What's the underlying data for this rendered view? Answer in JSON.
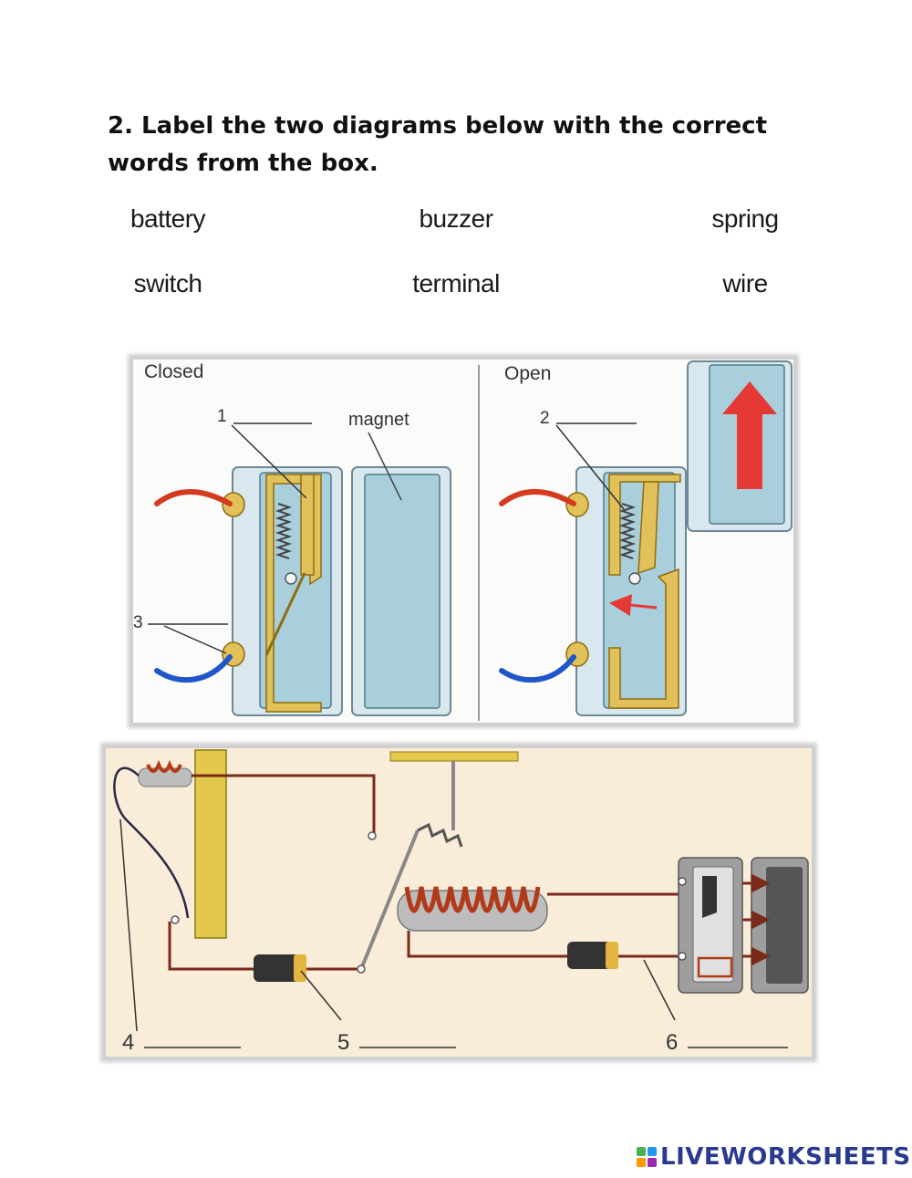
{
  "question": "2. Label the two diagrams below with the correct words from the box.",
  "word_box": [
    "battery",
    "buzzer",
    "spring",
    "switch",
    "terminal",
    "wire"
  ],
  "diagram1": {
    "closed_label": "Closed",
    "open_label": "Open",
    "magnet_label": "magnet",
    "numbers": [
      "1",
      "2",
      "3"
    ]
  },
  "diagram2": {
    "numbers": [
      "4",
      "5",
      "6"
    ]
  },
  "logo": {
    "text": "LIVEWORKSHEETS",
    "letters": [
      "L",
      "W",
      "S",
      ""
    ],
    "colors": [
      "#4caf50",
      "#2196f3",
      "#ff9800",
      "#9c27b0"
    ]
  }
}
